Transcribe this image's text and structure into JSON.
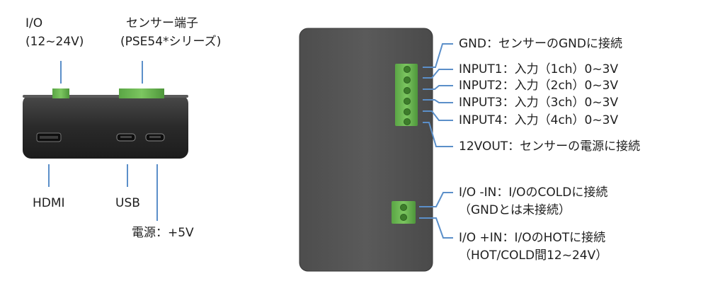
{
  "front_view": {
    "io_label_line1": "I/O",
    "io_label_line2": "(12~24V)",
    "sensor_label_line1": "センサー端子",
    "sensor_label_line2": "(PSE54*シリーズ)",
    "hdmi_label": "HDMI",
    "usb_label": "USB",
    "power_label": "電源：+5V"
  },
  "side_view": {
    "pins": [
      "GND：センサーのGNDに接続",
      "INPUT1：入力（1ch）0~3V",
      "INPUT2：入力（2ch）0~3V",
      "INPUT3：入力（3ch）0~3V",
      "INPUT4：入力（4ch）0~3V",
      "12VOUT：センサーの電源に接続"
    ],
    "io_minus_line1": "I/O -IN：I/OのCOLDに接続",
    "io_minus_line2": "（GNDとは未接続）",
    "io_plus_line1": "I/O +IN：I/OのHOTに接続",
    "io_plus_line2": "（HOT/COLD間12~24V）"
  },
  "colors": {
    "case_dark": "#2b2b2b",
    "case_side": "#555555",
    "terminal_green": "#69b44f",
    "leader_line": "#5b8fc9"
  }
}
